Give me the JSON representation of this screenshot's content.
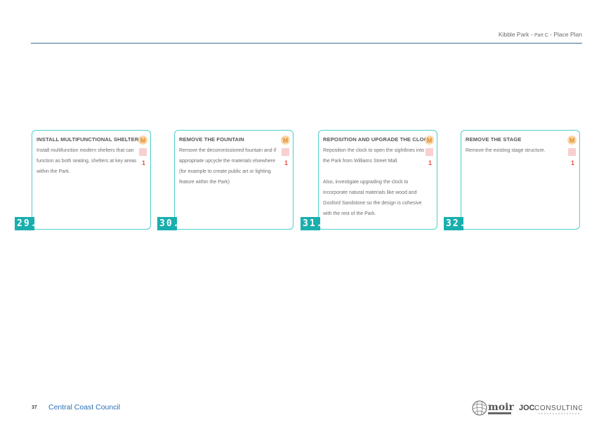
{
  "header": {
    "title_main": "Kibble Park - ",
    "title_part": "Part C",
    "title_rest": " - Place Plan"
  },
  "cards": [
    {
      "number": "29.",
      "title": "Install multifunctional shelters",
      "body": [
        "Install multifunction modern shelters that can function as both seating, shelters at key areas within the Park."
      ],
      "badge_letter": "M",
      "badge_number": "1"
    },
    {
      "number": "30.",
      "title": "Remove the fountain",
      "body": [
        "Remove the decommissioned fountain and if appropriate upcycle the materials elsewhere (for example to create public art or lighting feature within the Park)"
      ],
      "badge_letter": "M",
      "badge_number": "1"
    },
    {
      "number": "31.",
      "title": "Reposition and upgrade the clock",
      "body": [
        "Reposition the clock to open the sightlines into the Park from Williams Street Mall.",
        "Also, investigate upgrading the clock to incorporate natural materials like wood and Gosford Sandstone so the design is cohesive with the rest of the Park."
      ],
      "badge_letter": "M",
      "badge_number": "1"
    },
    {
      "number": "32.",
      "title": "Remove the stage",
      "body": [
        "Remove the existing stage structure."
      ],
      "badge_letter": "M",
      "badge_number": "1"
    }
  ],
  "footer": {
    "page_number": "37",
    "council": "Central Coast Council",
    "logo_moir": "moir",
    "logo_joc_a": "JOC",
    "logo_joc_b": "CONSULTING"
  },
  "colors": {
    "card_border": "#4ecfc8",
    "number_tab": "#1aaeae",
    "badge_m_bg": "#f9d7a6",
    "badge_m_text": "#e08a2c",
    "badge_square": "#f7d0cf",
    "badge_num": "#e5504a",
    "council_text": "#2a6fb4",
    "header_rule": "#3f6f8f"
  }
}
